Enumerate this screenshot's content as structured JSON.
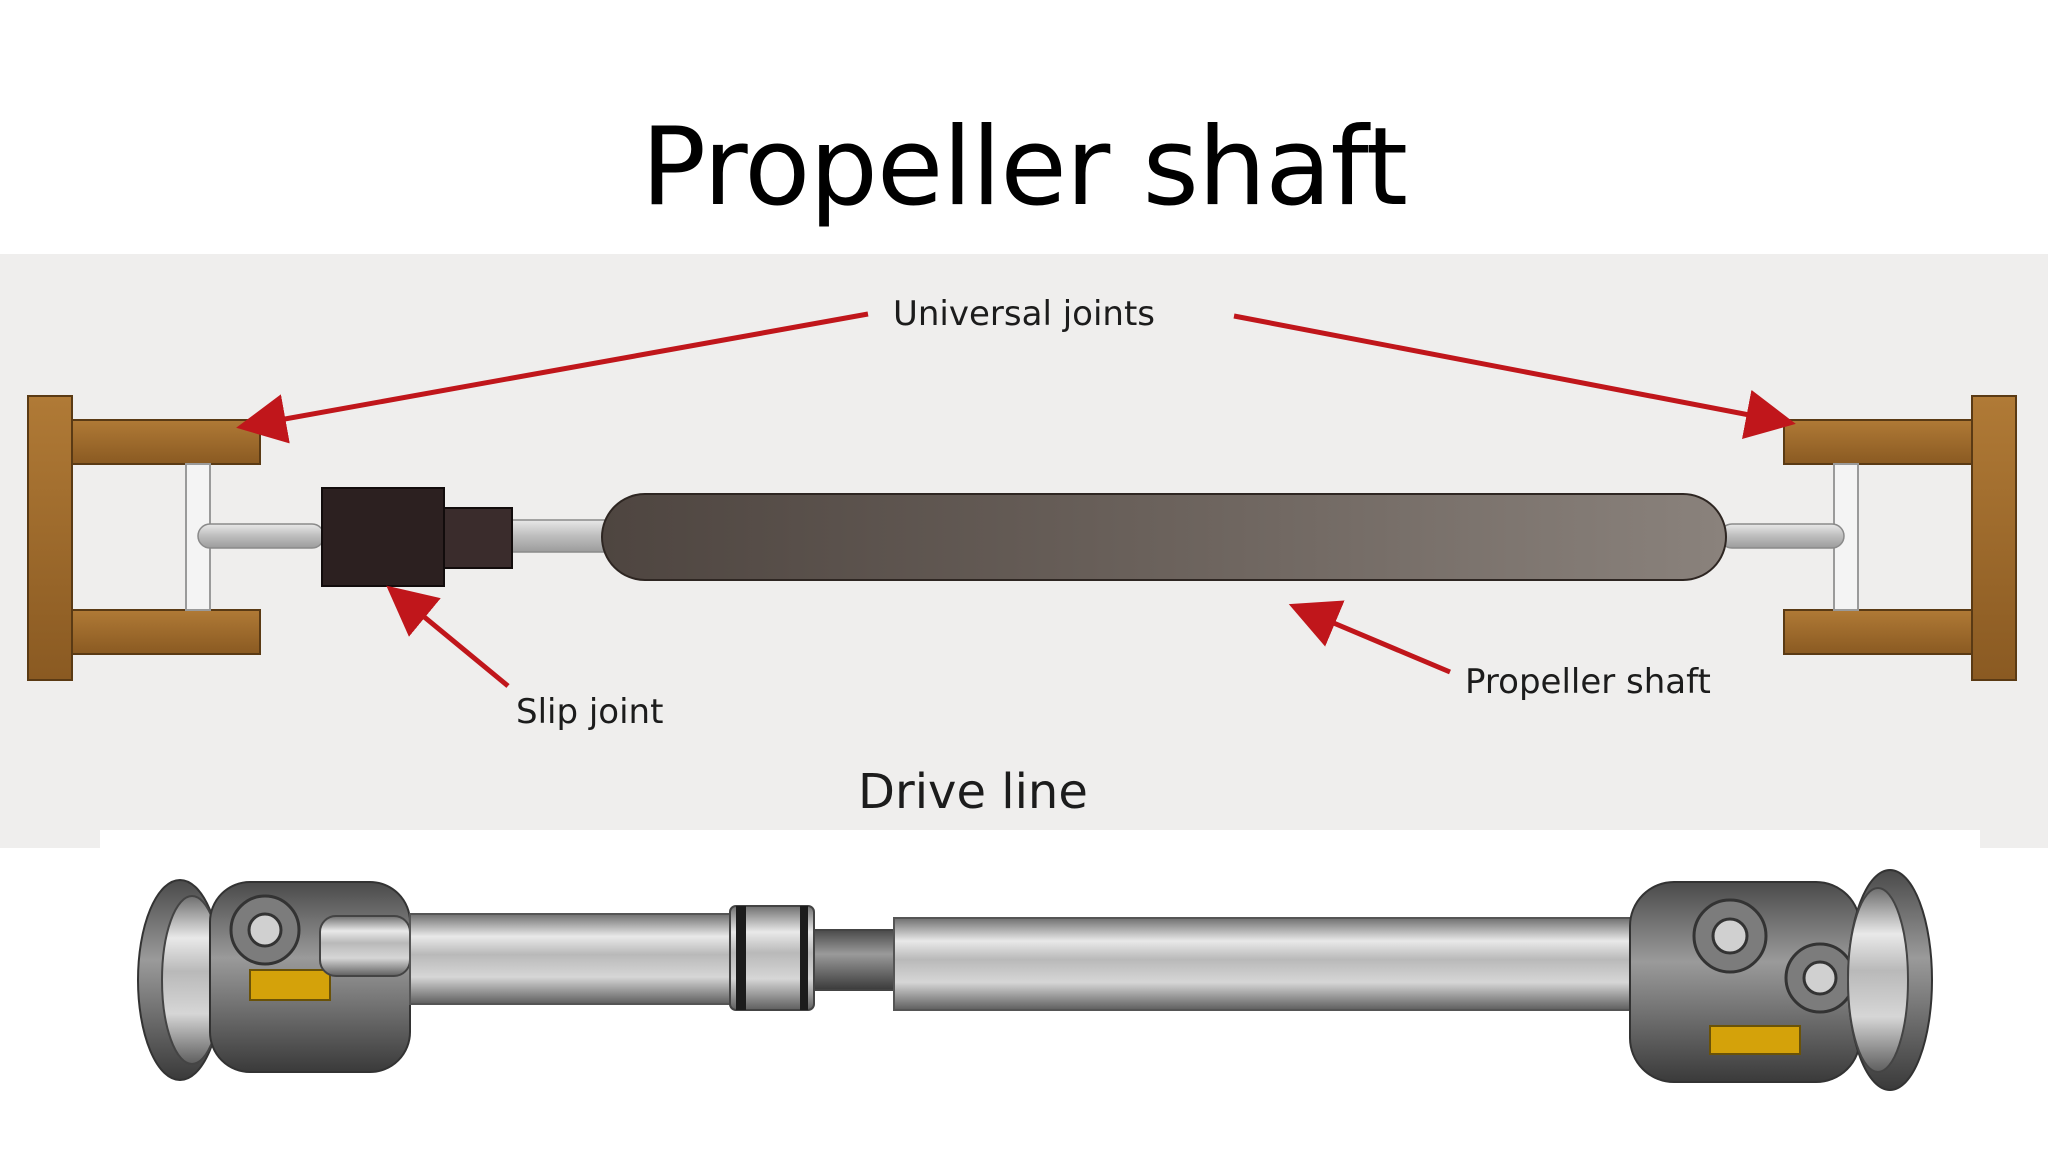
{
  "slide": {
    "title": "Propeller shaft"
  },
  "diagram": {
    "labels": {
      "universal_joints": "Universal joints",
      "slip_joint": "Slip joint",
      "propeller_shaft": "Propeller shaft",
      "drive_line": "Drive line"
    },
    "colors": {
      "background": "#efeeed",
      "yoke": "#a06c2c",
      "shaft_body": "#5f5650",
      "slip_joint": "#2c2020",
      "arrow": "#c0161b"
    }
  },
  "photo": {
    "subject": "propeller-shaft-photo"
  }
}
